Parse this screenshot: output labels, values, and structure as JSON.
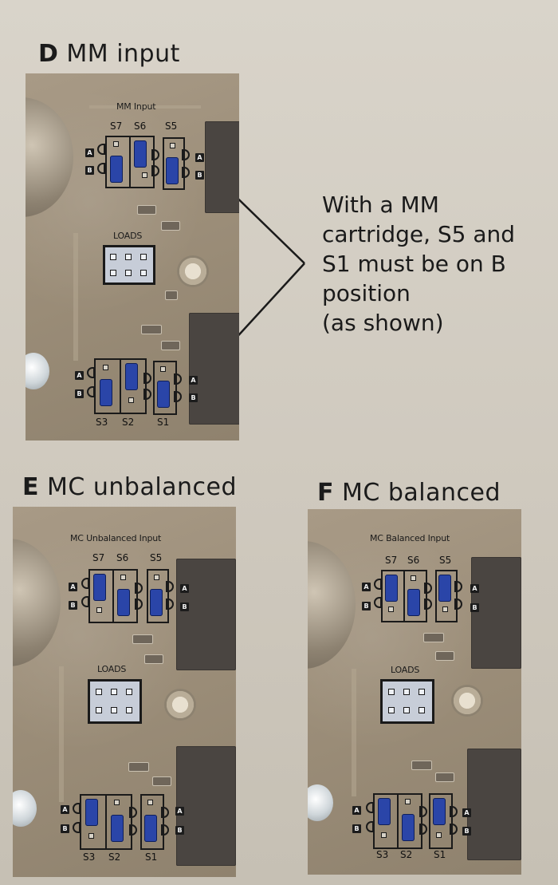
{
  "sections": {
    "d": {
      "letter": "D",
      "title": "MM input"
    },
    "e": {
      "letter": "E",
      "title": "MC unbalanced"
    },
    "f": {
      "letter": "F",
      "title": "MC  balanced"
    }
  },
  "annotation": {
    "lines": [
      "With a MM",
      "cartridge, S5 and",
      "S1 must be on B",
      "position",
      "(as shown)"
    ]
  },
  "boards": {
    "d": {
      "input_label": "MM Input",
      "loads_label": "LOADS",
      "top_switches": [
        "S7",
        "S6",
        "S5"
      ],
      "bottom_switches": [
        "S3",
        "S2",
        "S1"
      ]
    },
    "e": {
      "input_label": "MC Unbalanced Input",
      "loads_label": "LOADS",
      "top_switches": [
        "S7",
        "S6",
        "S5"
      ],
      "bottom_switches": [
        "S3",
        "S2",
        "S1"
      ]
    },
    "f": {
      "input_label": "MC Balanced Input",
      "loads_label": "LOADS",
      "top_switches": [
        "S7",
        "S6",
        "S5"
      ],
      "bottom_switches": [
        "S3",
        "S2",
        "S1"
      ]
    }
  },
  "positions": {
    "a": "A",
    "b": "B"
  },
  "colors": {
    "jumper": "#2a45a8",
    "board": "#9c8e79",
    "page": "#d4cec3"
  }
}
